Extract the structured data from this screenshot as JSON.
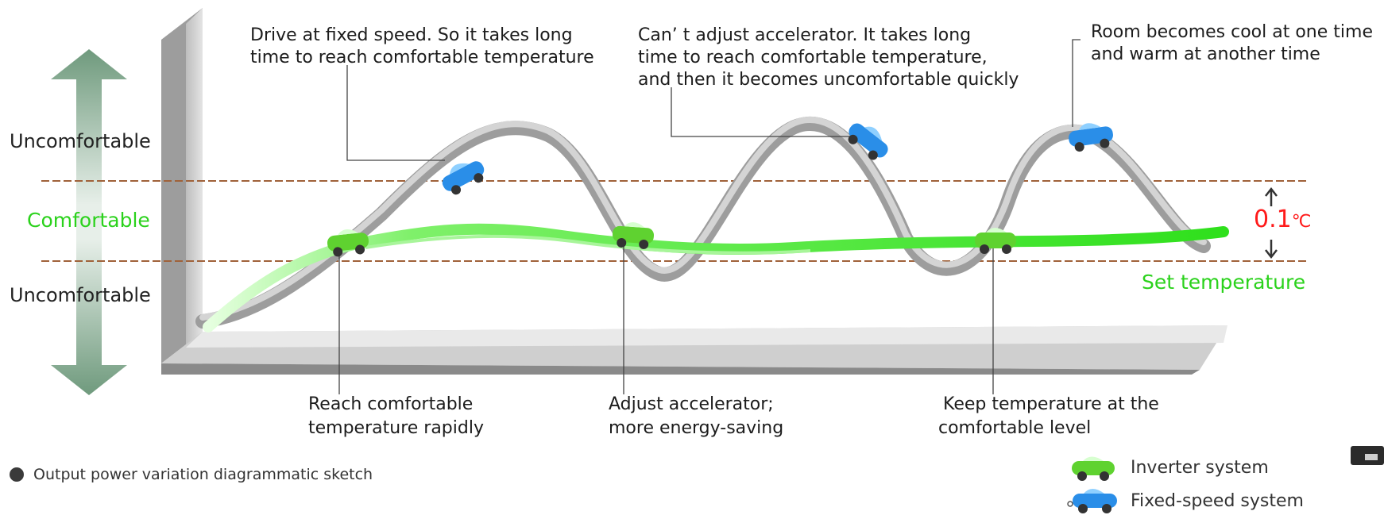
{
  "axis": {
    "upper": "Uncomfortable",
    "middle": "Comfortable",
    "lower": "Uncomfortable"
  },
  "callouts": {
    "fixed_speed_1": [
      "Drive at fixed speed. So it takes long",
      "time to reach comfortable temperature"
    ],
    "fixed_speed_2": [
      "Can’ t adjust accelerator. It takes long",
      "time to reach comfortable temperature,",
      "and then it becomes uncomfortable quickly"
    ],
    "fixed_speed_3": [
      "Room becomes cool at one time",
      "and warm at another time"
    ],
    "inverter_1": [
      "Reach comfortable",
      "temperature rapidly"
    ],
    "inverter_2": [
      "Adjust accelerator;",
      "more energy-saving"
    ],
    "inverter_3": [
      "Keep temperature at the",
      "comfortable level"
    ]
  },
  "band": {
    "value": "0.1",
    "unit": "℃",
    "set_temperature": "Set temperature"
  },
  "caption": "Output power variation diagrammatic sketch",
  "legend": [
    {
      "label": "Inverter system",
      "icon": "green-car-icon",
      "color": "#5fd230"
    },
    {
      "label": "Fixed-speed system",
      "icon": "blue-car-icon",
      "color": "#2a8ee8"
    }
  ],
  "colors": {
    "inverter": "#3ee02a",
    "fixed_ribbon": "#a8a8a8",
    "band_line": "#a0623a",
    "accent_red": "#ff1a1a",
    "arrow": "#8fb09a"
  }
}
